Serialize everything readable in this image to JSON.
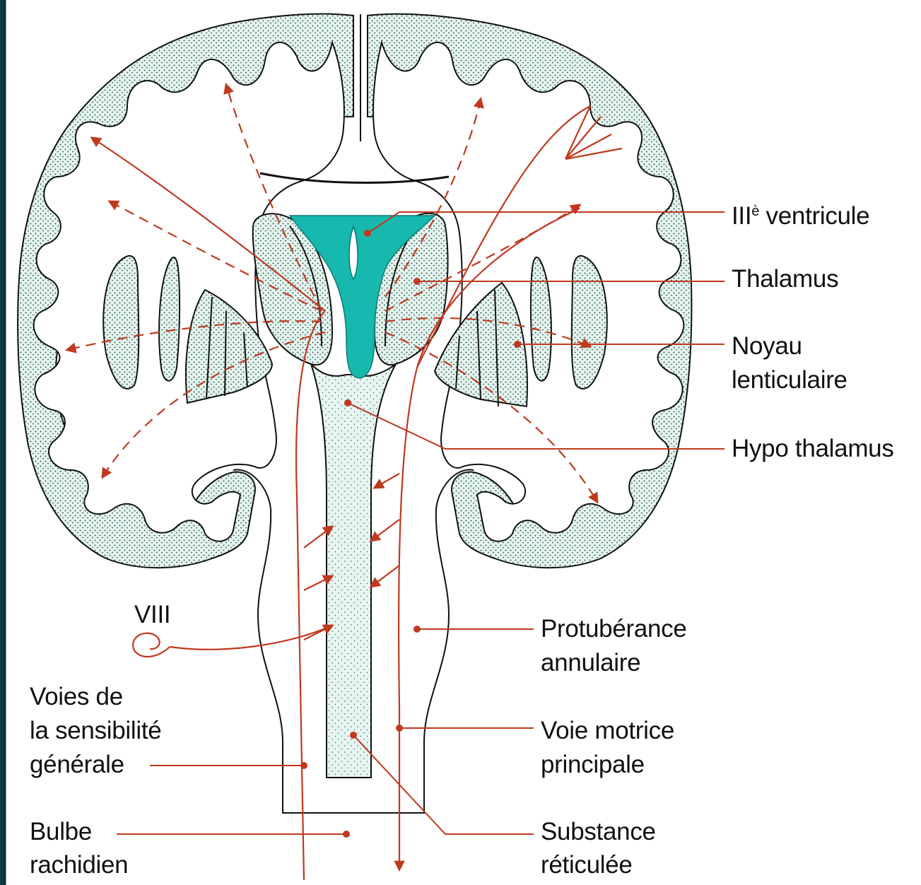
{
  "colors": {
    "pathway": "#c0391f",
    "cortex_dots": "#1d3a34",
    "cortex_tint": "#e3f4ef",
    "ventricle": "#17b8ae",
    "outline": "#111111"
  },
  "labels": {
    "ventricule_main": "III",
    "ventricule_sup": "è",
    "ventricule_rest": " ventricule",
    "thalamus": "Thalamus",
    "noyau_line1": "Noyau",
    "noyau_line2": "lenticulaire",
    "hypothalamus": "Hypo thalamus",
    "viii": "VIII",
    "protuberance_line1": "Protubérance",
    "protuberance_line2": "annulaire",
    "voies_line1": "Voies de",
    "voies_line2": "la sensibilité",
    "voies_line3": "générale",
    "voie_motrice_line1": "Voie motrice",
    "voie_motrice_line2": "principale",
    "bulbe_line1": "Bulbe",
    "bulbe_line2": "rachidien",
    "substance_line1": "Substance",
    "substance_line2": "réticulée"
  }
}
